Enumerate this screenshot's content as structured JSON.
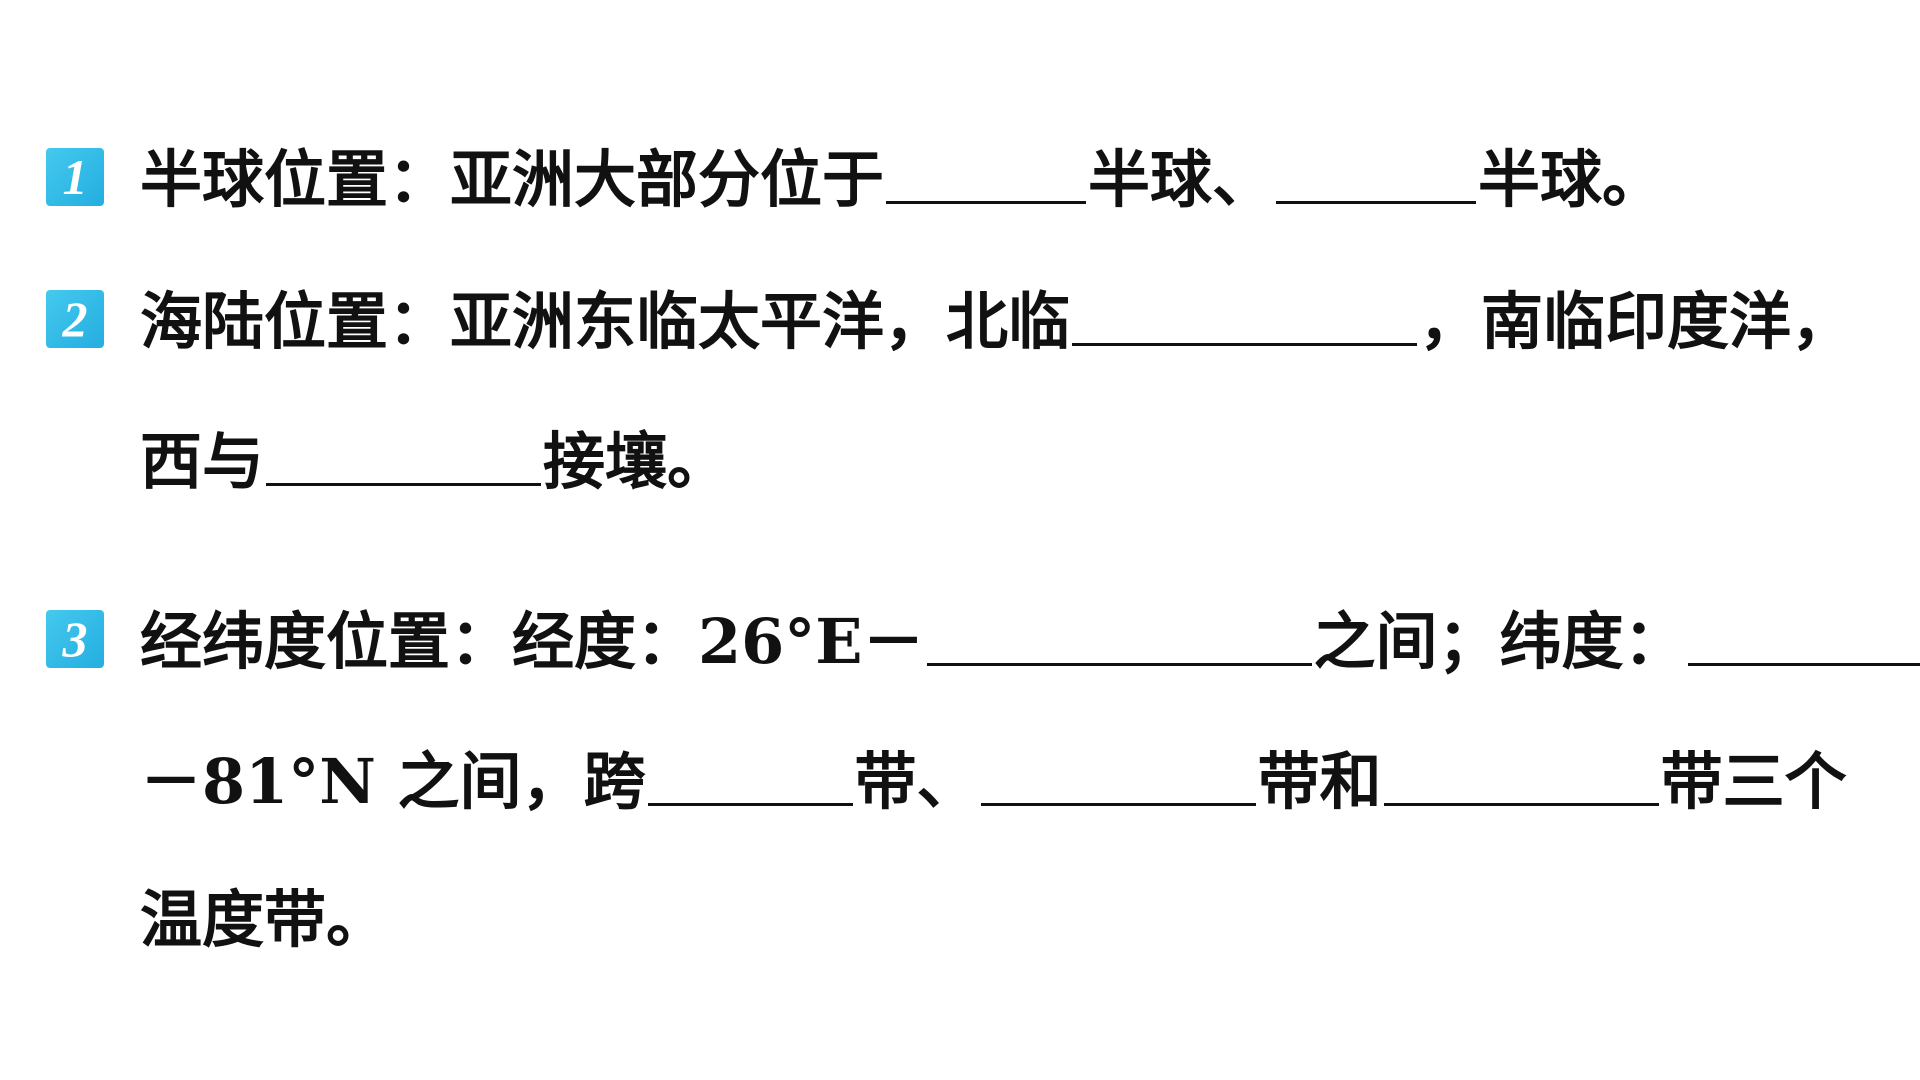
{
  "items": [
    {
      "number": "1",
      "lines": [
        {
          "segments": [
            {
              "text": "半球位置：亚洲大部分位于"
            },
            {
              "blank": true
            },
            {
              "text": "半球、"
            },
            {
              "blank": true
            },
            {
              "text": "半球。"
            }
          ]
        }
      ]
    },
    {
      "number": "2",
      "lines": [
        {
          "segments": [
            {
              "text": "海陆位置：亚洲东临太平洋，北临"
            },
            {
              "blank": true
            },
            {
              "text": "，南临印度洋，"
            }
          ]
        },
        {
          "segments": [
            {
              "text": "西与"
            },
            {
              "blank": true
            },
            {
              "text": "接壤。"
            }
          ]
        }
      ]
    },
    {
      "number": "3",
      "lines": [
        {
          "segments": [
            {
              "text": "经纬度位置：经度：26°E－"
            },
            {
              "blank": true
            },
            {
              "text": "之间；纬度："
            },
            {
              "blank": true
            }
          ]
        },
        {
          "segments": [
            {
              "text": "－81°N 之间，跨"
            },
            {
              "blank": true
            },
            {
              "text": "带、"
            },
            {
              "blank": true
            },
            {
              "text": "带和"
            },
            {
              "blank": true
            },
            {
              "text": "带三个"
            }
          ]
        },
        {
          "segments": [
            {
              "text": "温度带。"
            }
          ]
        }
      ]
    }
  ]
}
